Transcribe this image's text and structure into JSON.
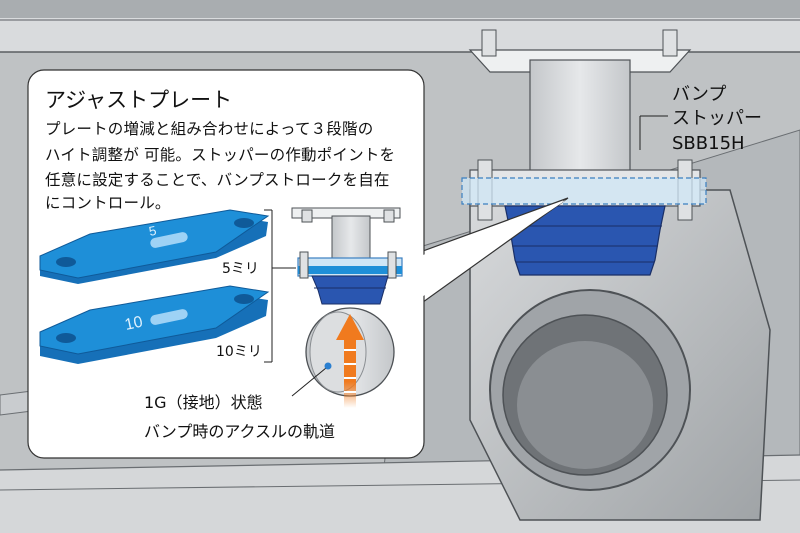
{
  "callout": {
    "title": "アジャストプレート",
    "description_lines": [
      "プレートの増減と組み合わせによって３段階の",
      "ハイト調整が 可能。ストッパーの作動ポイントを",
      "任意に設定することで、バンプストロークを自在",
      "にコントロール。"
    ],
    "plate_labels": {
      "five": "5ミリ",
      "ten": "10ミリ"
    },
    "plate_marks": {
      "five": "5",
      "ten": "10"
    },
    "state_label": "1G（接地）状態",
    "trajectory_label": "バンプ時のアクスルの軌道"
  },
  "product_label": [
    "バンプ",
    "ストッパー",
    "SBB15H"
  ],
  "colors": {
    "background": "#bfc2c4",
    "plate_blue": "#1e8fd8",
    "stopper_blue": "#2a56b0",
    "arrow_orange": "#f07a1e",
    "callout_bg": "#ffffff"
  }
}
